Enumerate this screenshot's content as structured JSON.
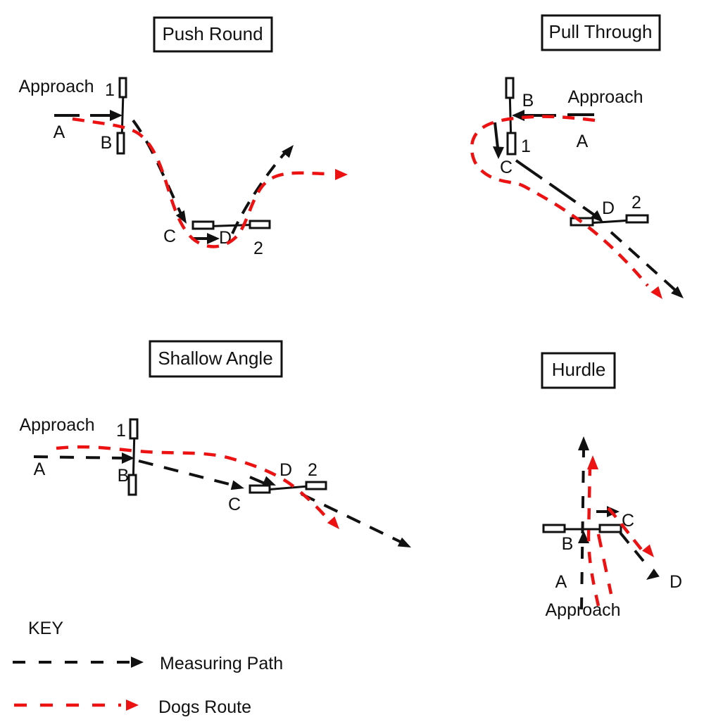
{
  "colors": {
    "measuring_path": "#111111",
    "dogs_route": "#ee1111",
    "background": "#ffffff"
  },
  "diagrams": {
    "push_round": {
      "title": "Push Round",
      "approach_label": "Approach",
      "point_a": "A",
      "point_b": "B",
      "point_c": "C",
      "point_d": "D",
      "jump_1": "1",
      "jump_2": "2"
    },
    "pull_through": {
      "title": "Pull Through",
      "approach_label": "Approach",
      "point_a": "A",
      "point_b": "B",
      "point_c": "C",
      "point_d": "D",
      "jump_1": "1",
      "jump_2": "2"
    },
    "shallow_angle": {
      "title": "Shallow Angle",
      "approach_label": "Approach",
      "point_a": "A",
      "point_b": "B",
      "point_c": "C",
      "point_d": "D",
      "jump_1": "1",
      "jump_2": "2"
    },
    "hurdle": {
      "title": "Hurdle",
      "approach_label": "Approach",
      "point_a": "A",
      "point_b": "B",
      "point_c": "C",
      "point_d": "D"
    }
  },
  "key": {
    "heading": "KEY",
    "measuring_path_label": "Measuring Path",
    "dogs_route_label": "Dogs Route"
  }
}
